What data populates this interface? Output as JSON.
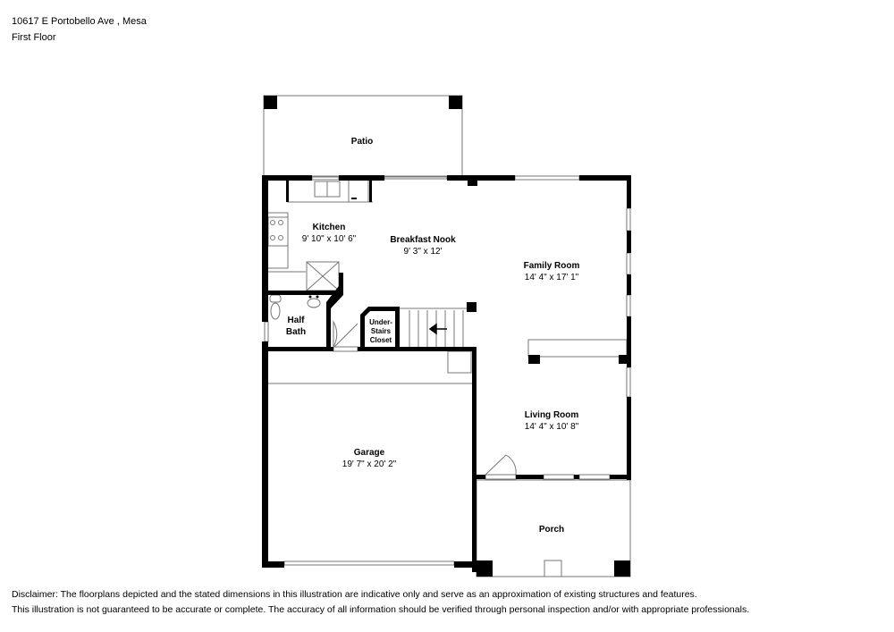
{
  "header": {
    "address": "10617 E Portobello Ave , Mesa",
    "floor": "First Floor"
  },
  "rooms": {
    "patio": {
      "name": "Patio"
    },
    "kitchen": {
      "name": "Kitchen",
      "dim": "9' 10\" x 10' 6\""
    },
    "breakfast_nook": {
      "name": "Breakfast Nook",
      "dim": "9' 3\" x 12'"
    },
    "family_room": {
      "name": "Family Room",
      "dim": "14' 4\" x 17' 1\""
    },
    "half_bath": {
      "name_line1": "Half",
      "name_line2": "Bath"
    },
    "under_stairs_closet": {
      "line1": "Under-",
      "line2": "Stairs",
      "line3": "Closet"
    },
    "living_room": {
      "name": "Living Room",
      "dim": "14' 4\" x 10' 8\""
    },
    "garage": {
      "name": "Garage",
      "dim": "19' 7\" x 20' 2\""
    },
    "porch": {
      "name": "Porch"
    }
  },
  "icons": {
    "stairs_arrow": "left-arrow"
  },
  "disclaimer": {
    "line1": "Disclaimer: The floorplans depicted and the stated dimensions in this illustration are indicative only and serve as an approximation of existing structures and features.",
    "line2": "This illustration is not guaranteed to be accurate or complete. The accuracy of all information should be verified through personal inspection and/or with appropriate professionals."
  }
}
